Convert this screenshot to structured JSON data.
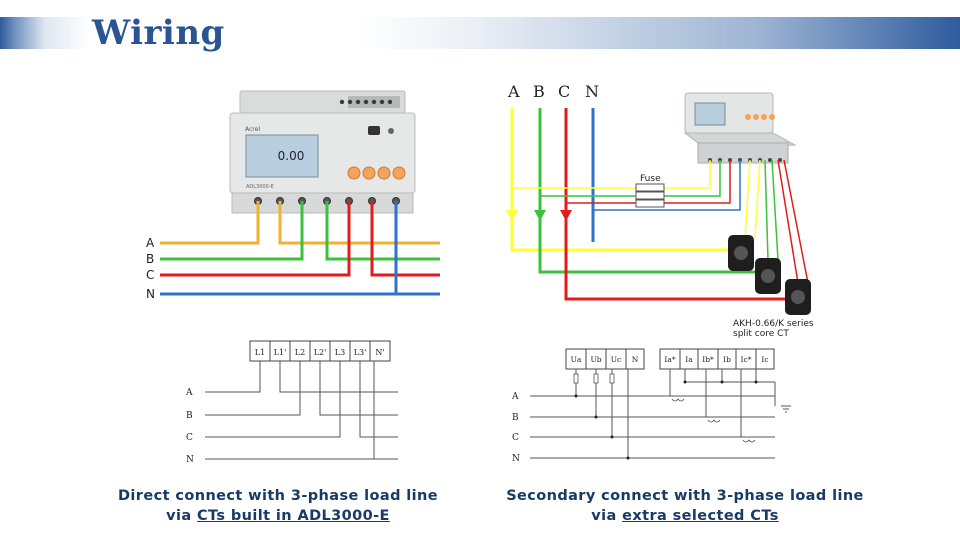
{
  "title": "Wiring",
  "meter": {
    "display": "0.00",
    "model_label": "ADL3000-E",
    "brand": "Acrel"
  },
  "left_panel": {
    "phase_labels": [
      "A",
      "B",
      "C",
      "N"
    ],
    "terminals": [
      "L1",
      "L1'",
      "L2",
      "L2'",
      "L3",
      "L3'",
      "N'"
    ]
  },
  "right_panel": {
    "phase_labels": [
      "A",
      "B",
      "C",
      "N"
    ],
    "fuse_label": "Fuse",
    "ct_label_line1": "AKH-0.66/K  series",
    "ct_label_line2": "split core CT",
    "voltage_terminals": [
      "Ua",
      "Ub",
      "Uc",
      "N"
    ],
    "current_terminals": [
      "Ia*",
      "Ia",
      "Ib*",
      "Ib",
      "Ic*",
      "Ic"
    ]
  },
  "captions": {
    "left_line1": "Direct connect with 3-phase load line",
    "left_line2_prefix": "via ",
    "left_line2_link": "CTs built in ADL3000-E",
    "right_line1": "Secondary connect with 3-phase load line",
    "right_line2_prefix": "via ",
    "right_line2_link": "extra selected CTs"
  },
  "colors": {
    "title": "#2b5592",
    "caption": "#173a66",
    "phase_a": "#f0b233",
    "phase_b": "#3cc13c",
    "phase_c": "#e21c1c",
    "phase_n": "#2f72c9",
    "fuse_yellow": "#ffff33"
  }
}
